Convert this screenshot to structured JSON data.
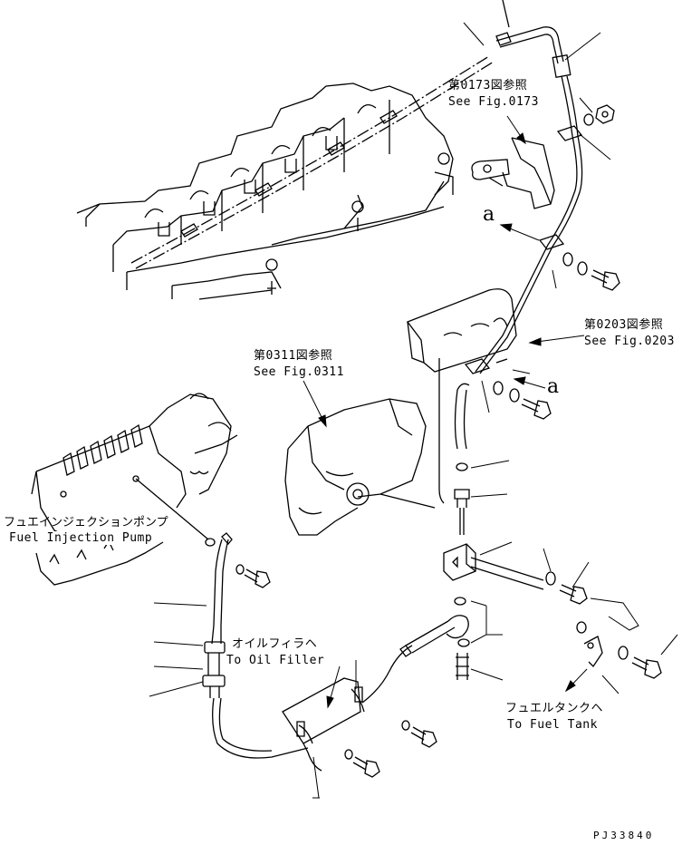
{
  "labels": {
    "ref_0173_jp": "第0173図参照",
    "ref_0173_en": "See Fig.0173",
    "ref_0203_jp": "第0203図参照",
    "ref_0203_en": "See Fig.0203",
    "ref_0311_jp": "第0311図参照",
    "ref_0311_en": "See Fig.0311",
    "pump_jp": "フュエインジェクションポンプ",
    "pump_en": "Fuel Injection Pump",
    "oil_filler_jp": "オイルフィラヘ",
    "oil_filler_en": "To Oil Filler",
    "fuel_tank_jp": "フュエルタンクヘ",
    "fuel_tank_en": "To Fuel Tank",
    "view_a_upper": "a",
    "view_a_lower": "a",
    "drawing_code": "PJ33840"
  }
}
